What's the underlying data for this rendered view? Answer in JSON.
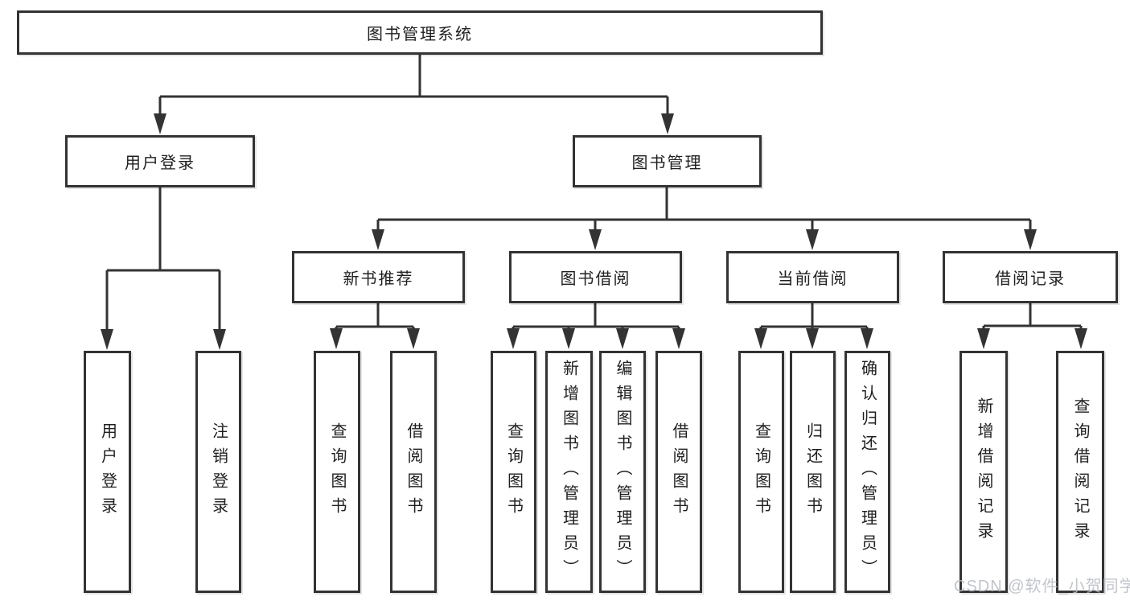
{
  "diagram": {
    "root": {
      "label": "图书管理系统"
    },
    "branches": [
      {
        "label": "用户登录",
        "leaves": [
          {
            "label": "用户登录"
          },
          {
            "label": "注销登录"
          }
        ]
      },
      {
        "label": "图书管理",
        "children": [
          {
            "label": "新书推荐",
            "leaves": [
              {
                "label": "查询图书"
              },
              {
                "label": "借阅图书"
              }
            ]
          },
          {
            "label": "图书借阅",
            "leaves": [
              {
                "label": "查询图书"
              },
              {
                "label": "新增图书（管理员）"
              },
              {
                "label": "编辑图书（管理员）"
              },
              {
                "label": "借阅图书"
              }
            ]
          },
          {
            "label": "当前借阅",
            "leaves": [
              {
                "label": "查询图书"
              },
              {
                "label": "归还图书"
              },
              {
                "label": "确认归还（管理员）"
              }
            ]
          },
          {
            "label": "借阅记录",
            "leaves": [
              {
                "label": "新增借阅记录"
              },
              {
                "label": "查询借阅记录"
              }
            ]
          }
        ]
      }
    ]
  },
  "watermark": {
    "text": "CSDN @软件_小贺同学"
  },
  "colors": {
    "line": "#333333",
    "text": "#1f1f1f",
    "background": "#ffffff",
    "watermark": "#b8bdc5"
  }
}
